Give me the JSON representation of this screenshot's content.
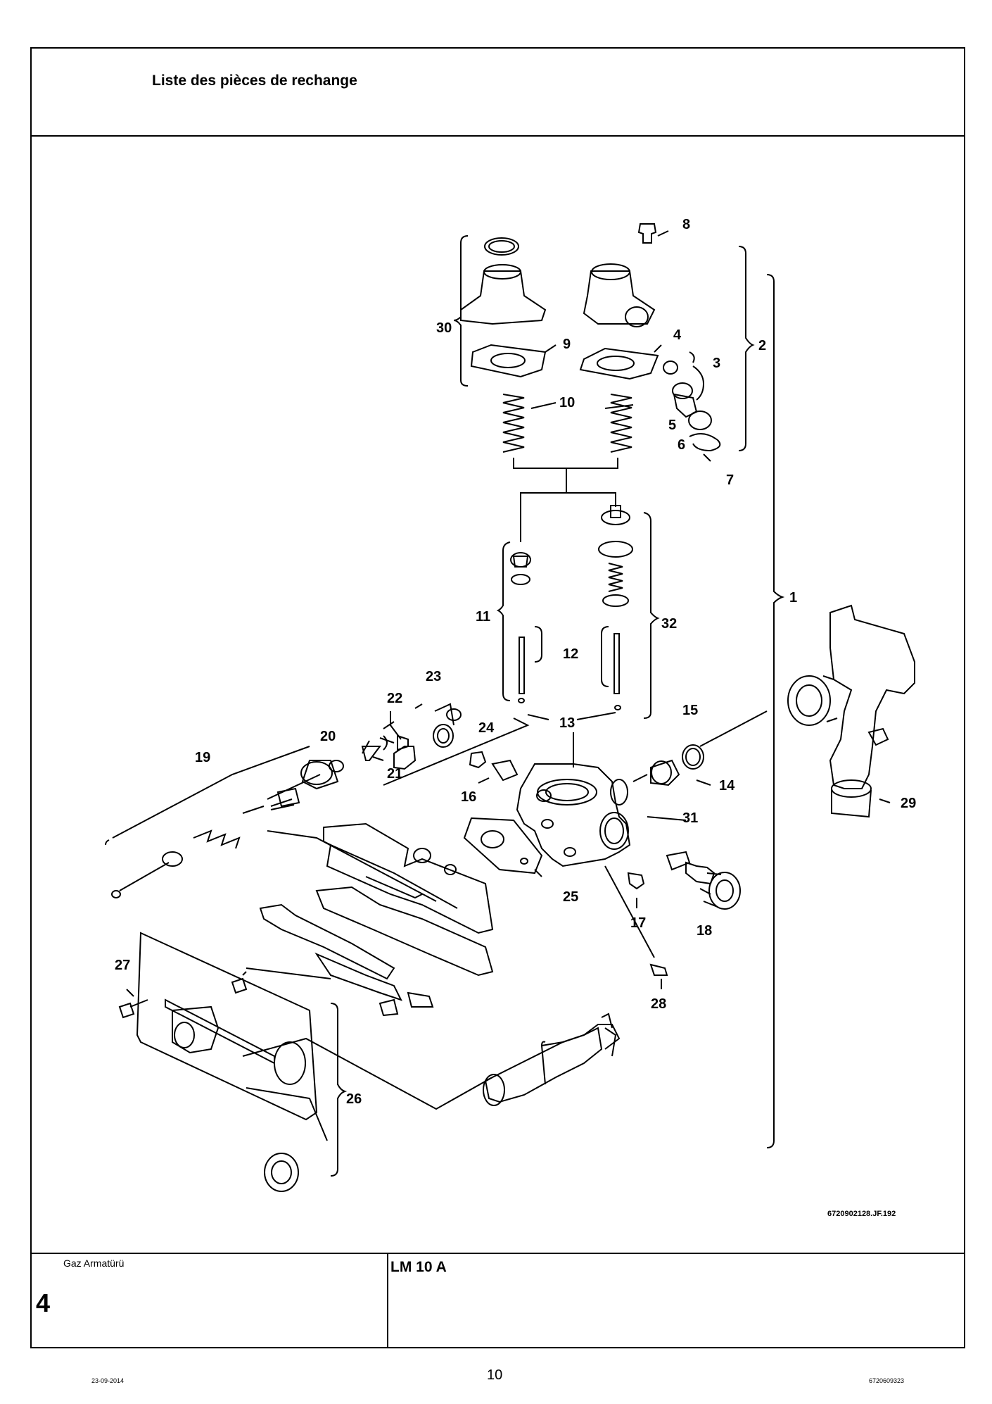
{
  "header": {
    "title": "Liste des pièces de rechange"
  },
  "drawing": {
    "reference": "6720902128.JF.192",
    "callouts": [
      "1",
      "2",
      "3",
      "4",
      "5",
      "6",
      "7",
      "8",
      "9",
      "10",
      "11",
      "12",
      "13",
      "14",
      "15",
      "16",
      "17",
      "18",
      "19",
      "20",
      "21",
      "22",
      "23",
      "24",
      "25",
      "26",
      "27",
      "28",
      "29",
      "30",
      "31",
      "32"
    ]
  },
  "footer": {
    "section_name": "Gaz Armatürü",
    "section_number": "4",
    "model": "LM 10 A",
    "date": "23-09-2014",
    "page_number": "10",
    "document_number": "6720609323"
  }
}
